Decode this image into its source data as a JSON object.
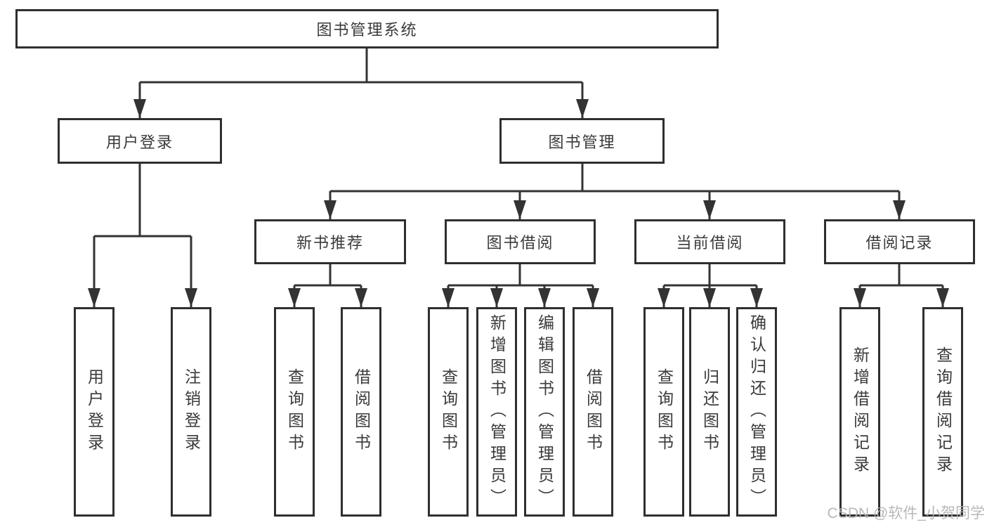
{
  "diagram": {
    "title": "图书管理系统",
    "colors": {
      "line": "#333333",
      "border": "#2f2f2f",
      "text": "#3a3a3a",
      "watermark": "#b1b1b1",
      "background": "#ffffff"
    },
    "root": {
      "label": "图书管理系统"
    },
    "level2": [
      {
        "label": "用户登录"
      },
      {
        "label": "图书管理"
      }
    ],
    "level3": [
      {
        "label": "新书推荐"
      },
      {
        "label": "图书借阅"
      },
      {
        "label": "当前借阅"
      },
      {
        "label": "借阅记录"
      }
    ],
    "leaves": {
      "user_login": [
        "用户登录",
        "注销登录"
      ],
      "new_books": [
        "查询图书",
        "借阅图书"
      ],
      "book_borrow": [
        "查询图书",
        "新增图书（管理员）",
        "编辑图书（管理员）",
        "借阅图书"
      ],
      "current_borrow": [
        "查询图书",
        "归还图书",
        "确认归还（管理员）"
      ],
      "borrow_records": [
        "新增借阅记录",
        "查询借阅记录"
      ]
    },
    "watermark": "CSDN @软件_小贺同学"
  }
}
